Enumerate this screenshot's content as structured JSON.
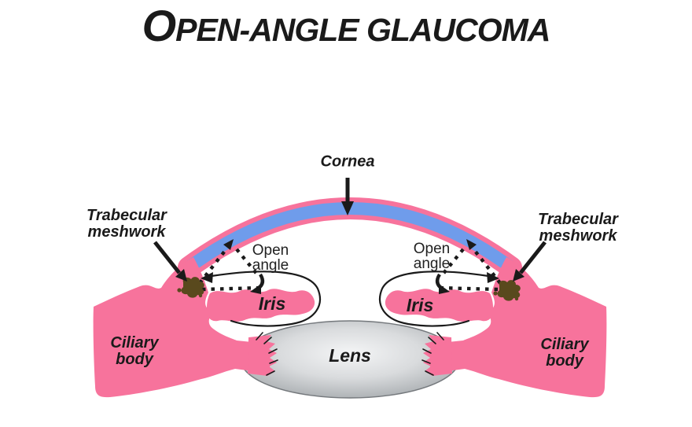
{
  "title": {
    "initial": "O",
    "rest": "PEN-ANGLE GLAUCOMA"
  },
  "labels": {
    "cornea": "Cornea",
    "trabecular_left": [
      "Trabecular",
      "meshwork"
    ],
    "trabecular_right": [
      "Trabecular",
      "meshwork"
    ],
    "open_angle_left": [
      "Open",
      "angle"
    ],
    "open_angle_right": [
      "Open",
      "angle"
    ],
    "iris_left": "Iris",
    "iris_right": "Iris",
    "lens": "Lens",
    "ciliary_left": [
      "Ciliary",
      "body"
    ],
    "ciliary_right": [
      "Ciliary",
      "body"
    ]
  },
  "colors": {
    "pink": "#f7739c",
    "blue": "#6f9ceb",
    "brown": "#59491d",
    "ink": "#1a1a1a",
    "lens-center": "#f4f5f6",
    "lens-mid": "#d9dbdd",
    "lens-edge": "#8b9094",
    "paper": "#ffffff"
  }
}
